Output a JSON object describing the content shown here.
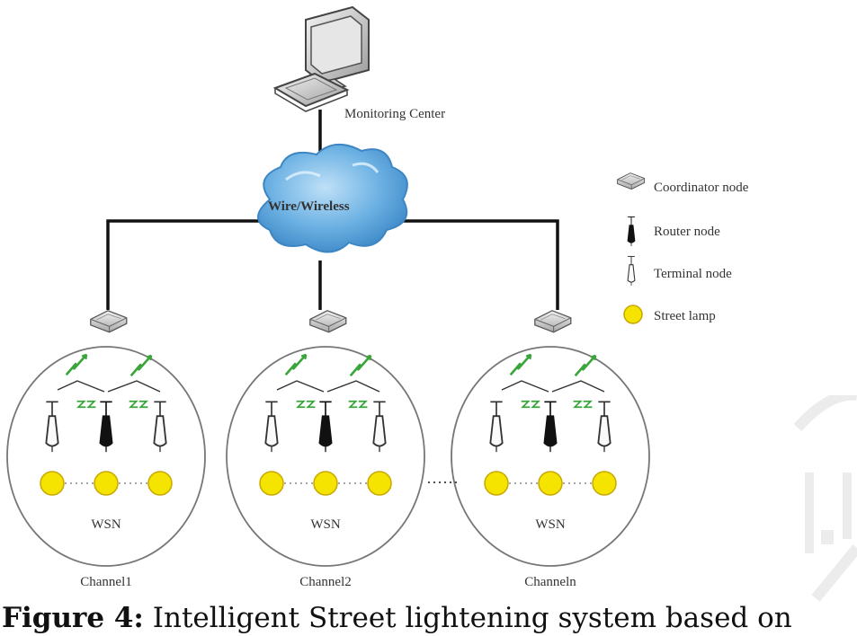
{
  "labels": {
    "monitoring_center": "Monitoring Center",
    "cloud": "Wire/Wireless",
    "wsn": "WSN"
  },
  "channels": [
    "Channel1",
    "Channel2",
    "Channeln"
  ],
  "ellipsis": "……",
  "legend": [
    {
      "icon": "coordinator-node-icon",
      "label": "Coordinator node"
    },
    {
      "icon": "router-node-icon",
      "label": "Router node"
    },
    {
      "icon": "terminal-node-icon",
      "label": "Terminal node"
    },
    {
      "icon": "street-lamp-icon",
      "label": "Street lamp"
    }
  ],
  "caption": {
    "prefix": "Figure 4:",
    "text": " Intelligent Street lightening system based on"
  },
  "colors": {
    "cloud": "#5fa9de",
    "lamp": "#f5e400",
    "lamp_stroke": "#c9a800",
    "line": "#111111",
    "lightning": "#3aa53a"
  }
}
